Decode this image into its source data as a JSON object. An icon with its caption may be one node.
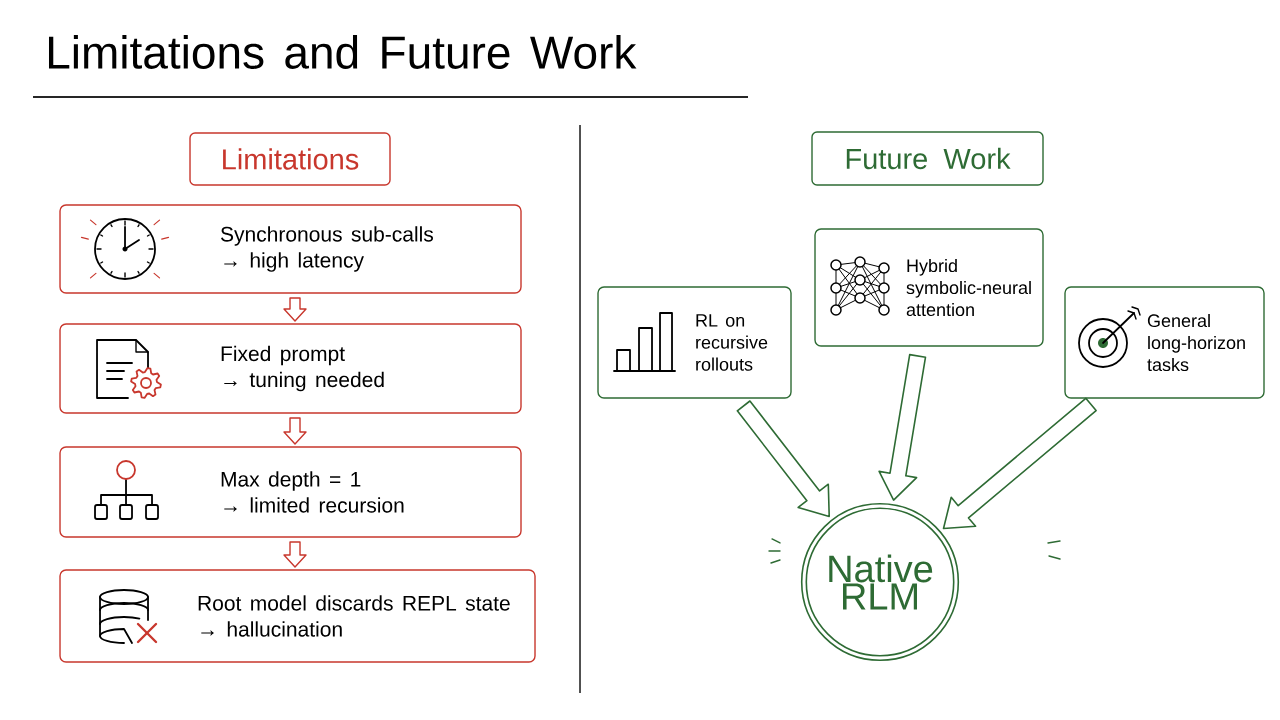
{
  "diagram": {
    "title": "Limitations and Future Work",
    "nodes": [
      {
        "text": [
          "Limitations"
        ]
      },
      {
        "text": [
          "Synchronous sub-calls",
          "→ high latency"
        ]
      },
      {
        "text": [
          "Fixed prompt",
          "→ tuning needed"
        ]
      },
      {
        "text": [
          "Max depth = 1",
          "→ limited recursion"
        ]
      },
      {
        "text": [
          "Root model discards REPL state",
          "→ hallucination"
        ]
      },
      {
        "text": [
          "Future Work"
        ]
      },
      {
        "text": [
          "RL on recursive rollouts"
        ]
      },
      {
        "text": [
          "Hybrid symbolic-neural attention"
        ]
      },
      {
        "text": [
          "General long-horizon tasks"
        ]
      },
      {
        "text": [
          "Native RLM"
        ]
      }
    ],
    "edges": [
      {
        "from": 1,
        "to": 2,
        "arrow": "to",
        "color": "#c8372d"
      },
      {
        "from": 2,
        "to": 3,
        "arrow": "to",
        "color": "#c8372d"
      },
      {
        "from": 3,
        "to": 4,
        "arrow": "to",
        "color": "#c8372d"
      },
      {
        "from": 6,
        "to": 9,
        "arrow": "to",
        "color": "#2e6b34"
      },
      {
        "from": 7,
        "to": 9,
        "arrow": "to",
        "color": "#2e6b34"
      },
      {
        "from": 8,
        "to": 9,
        "arrow": "to",
        "color": "#2e6b34"
      }
    ]
  }
}
